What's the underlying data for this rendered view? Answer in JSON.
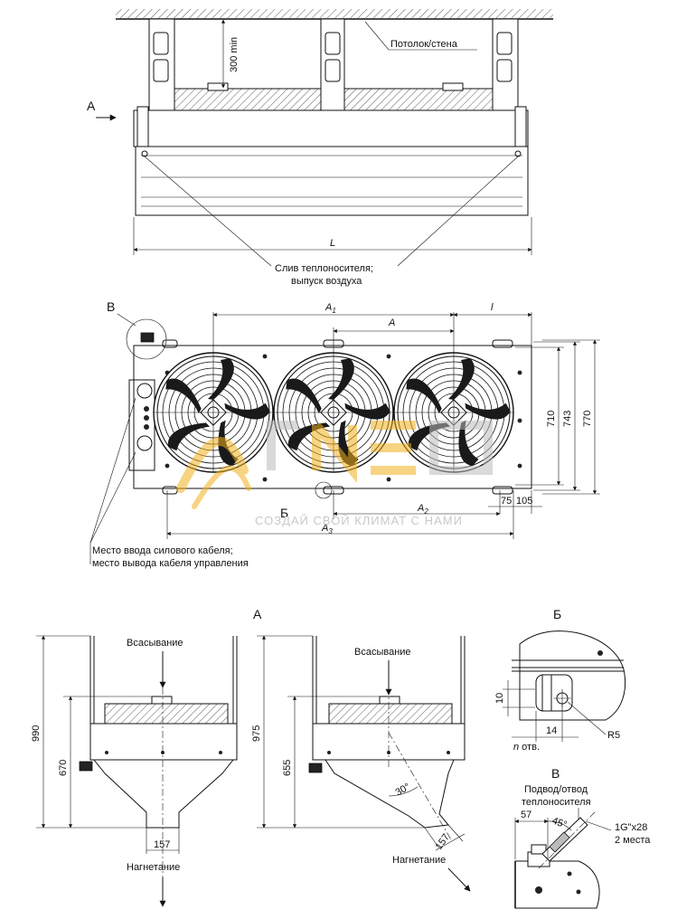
{
  "top_view": {
    "label_ceiling": "Потолок/стена",
    "label_300min": "300 min",
    "label_A_arrow": "A",
    "label_L": "L",
    "label_drain_1": "Слив теплоносителя;",
    "label_drain_2": "выпуск воздуха"
  },
  "front_view": {
    "label_B": "В",
    "label_A1": "A",
    "label_A1_sub": "1",
    "label_A": "A",
    "label_l": "l",
    "dim_710": "710",
    "dim_743": "743",
    "dim_770": "770",
    "dim_75": "75",
    "dim_105": "105",
    "label_A2": "A",
    "label_A2_sub": "2",
    "label_A3": "A",
    "label_A3_sub": "3",
    "label_Bcyr": "Б",
    "cable_1": "Место ввода силового кабеля;",
    "cable_2": "место вывода кабеля управления"
  },
  "watermark": {
    "tagline": "СОЗДАЙ СВОЙ КЛИМАТ С НАМИ"
  },
  "side_view_A": {
    "title": "A",
    "left": {
      "label_suction": "Всасывание",
      "label_discharge": "Нагнетание",
      "dim_990": "990",
      "dim_670": "670",
      "dim_157": "157"
    },
    "right": {
      "label_suction": "Всасывание",
      "label_discharge": "Нагнетание",
      "dim_975": "975",
      "dim_655": "655",
      "dim_157": "157",
      "dim_30": "30°"
    }
  },
  "detail_B": {
    "title": "Б",
    "dim_10": "10",
    "dim_14": "14",
    "label_n": "n",
    "label_holes": " отв.",
    "label_R5": "R5"
  },
  "detail_V": {
    "title": "В",
    "label_supply_1": "Подвод/отвод",
    "label_supply_2": "теплоносителя",
    "dim_57": "57",
    "dim_45": "45°",
    "label_thread": "1G\"x28",
    "label_places": "2 места"
  }
}
